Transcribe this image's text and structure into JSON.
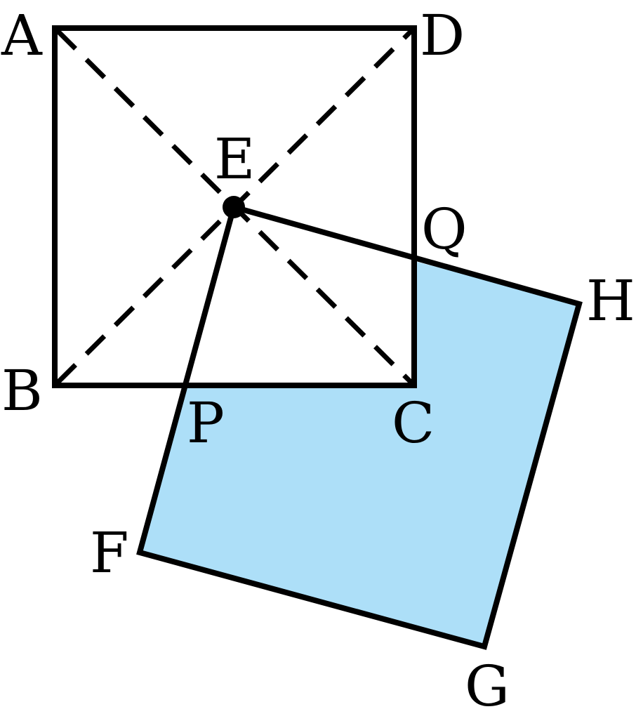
{
  "colors": {
    "stroke": "#000000",
    "shaded_fill": "#ADDFF8",
    "background": "#FFFFFF"
  },
  "labels": {
    "A": "A",
    "B": "B",
    "C": "C",
    "D": "D",
    "E": "E",
    "F": "F",
    "G": "G",
    "H": "H",
    "P": "P",
    "Q": "Q"
  }
}
